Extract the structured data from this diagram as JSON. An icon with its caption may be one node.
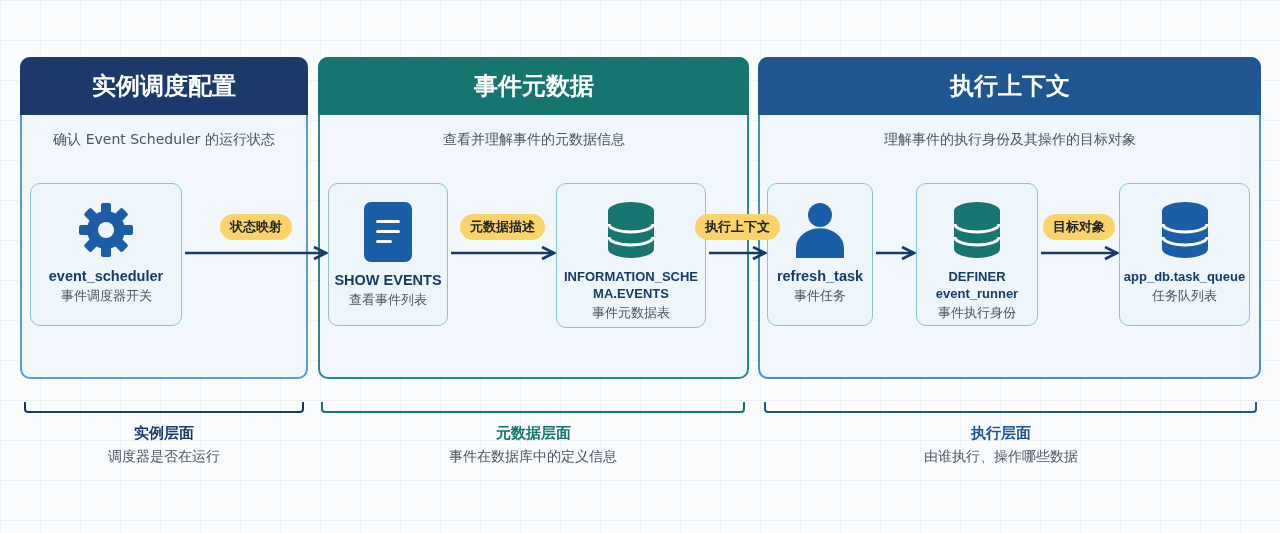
{
  "diagram": {
    "nodes": [
      {
        "text": [
          "实例调度配置",
          "确认 Event Scheduler 的运行状态"
        ]
      },
      {
        "text": [
          "event_scheduler",
          "事件调度器开关"
        ],
        "in": 0
      },
      {
        "text": [
          "事件元数据",
          "查看并理解事件的元数据信息"
        ]
      },
      {
        "text": [
          "SHOW EVENTS",
          "查看事件列表"
        ],
        "in": 2
      },
      {
        "text": [
          "INFORMATION_SCHEMA.EVENTS",
          "事件元数据表"
        ],
        "in": 2
      },
      {
        "text": [
          "执行上下文",
          "理解事件的执行身份及其操作的目标对象"
        ]
      },
      {
        "text": [
          "refresh_task",
          "事件任务"
        ],
        "in": 5
      },
      {
        "text": [
          "DEFINER event_runner",
          "事件执行身份"
        ],
        "in": 5
      },
      {
        "text": [
          "app_db.task_queue",
          "任务队列表"
        ],
        "in": 5
      }
    ],
    "edges": [
      {
        "from": 1,
        "to": 3,
        "arrow": "to",
        "label": "状态映射"
      },
      {
        "from": 3,
        "to": 4,
        "arrow": "to",
        "label": "元数据描述"
      },
      {
        "from": 4,
        "to": 6,
        "arrow": "to",
        "label": "执行上下文"
      },
      {
        "from": 6,
        "to": 7,
        "arrow": "to"
      },
      {
        "from": 7,
        "to": 8,
        "arrow": "to",
        "label": "目标对象"
      }
    ],
    "labels": [
      "实例层面",
      "调度器是否在运行",
      "元数据层面",
      "事件在数据库中的定义信息",
      "执行层面",
      "由谁执行、操作哪些数据"
    ]
  }
}
